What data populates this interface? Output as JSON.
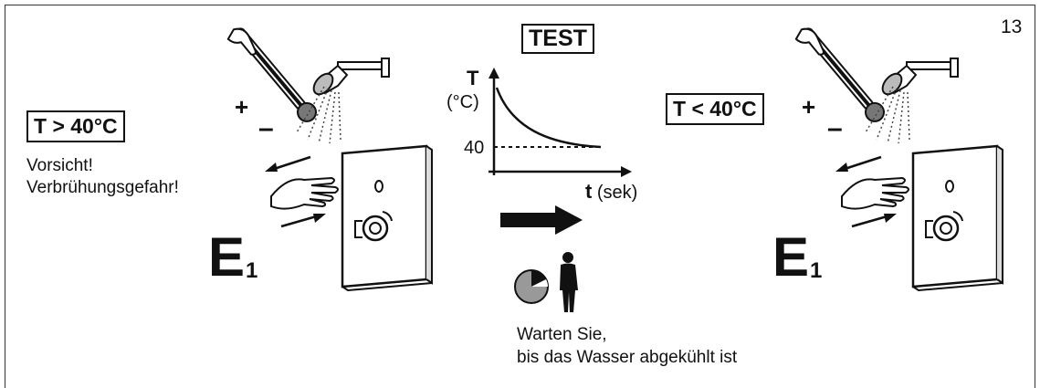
{
  "page_number": "13",
  "test_label": "TEST",
  "left": {
    "temp_label": "T > 40°C",
    "warning_line1": "Vorsicht!",
    "warning_line2": "Verbrühungsgefahr!",
    "plus": "+",
    "minus": "–",
    "unit_label": "E",
    "unit_sub": "1"
  },
  "right": {
    "temp_label": "T < 40°C",
    "plus": "+",
    "minus": "–",
    "unit_label": "E",
    "unit_sub": "1"
  },
  "graph": {
    "y_label": "T",
    "y_unit": "(°C)",
    "y_tick": "40",
    "x_label": "t",
    "x_unit": "(sek)"
  },
  "wait_line1": "Warten Sie,",
  "wait_line2": "bis das Wasser abgekühlt ist",
  "icons": [
    "hand-icon",
    "thermometer-icon",
    "shower-head-icon",
    "wall-panel-icon",
    "arrow-right-icon",
    "pie-timer-icon",
    "person-icon"
  ]
}
